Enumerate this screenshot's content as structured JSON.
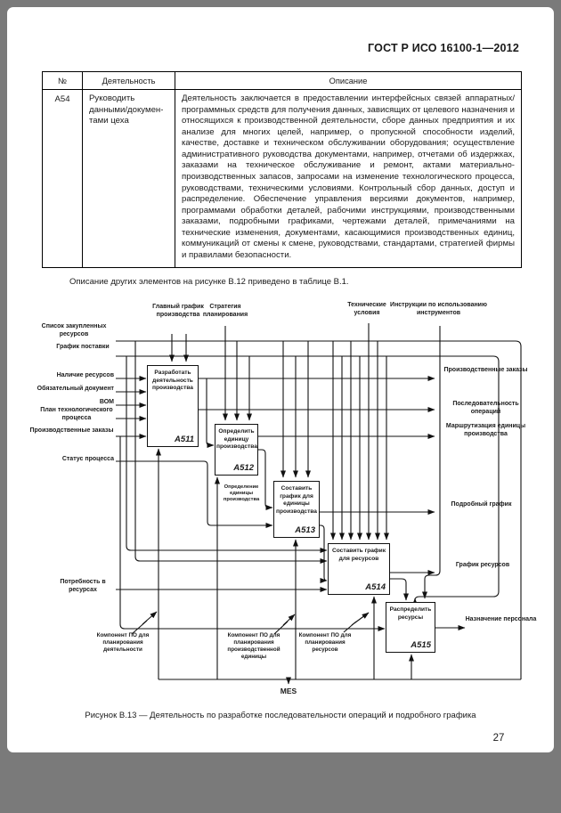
{
  "page": {
    "header_title": "ГОСТ Р ИСО 16100-1—2012",
    "note": "Описание других элементов на рисунке В.12 приведено в таблице В.1.",
    "figure_caption": "Рисунок В.13 — Деятельность по разработке последовательности операций и подробного графика",
    "page_number": "27",
    "colors": {
      "frame": "#7a7a7a",
      "paper": "#ffffff",
      "ink": "#1a1a1a"
    }
  },
  "table": {
    "headers": [
      "№",
      "Деятельность",
      "Описание"
    ],
    "rows": [
      {
        "num": "А54",
        "activity": "Руководить данными/докумен­тами цеха",
        "description": "Деятельность заключается в предоставлении интерфейсных связей аппаратных/программных средств для получения данных, зависящих от целевого назначения и относящихся к производственной деятельности, сборе данных предприятия и их анализе для многих целей, например, о пропускной способности изделий, качестве, доставке и техническом обслуживании оборудования; осуществление административного руководства документами, например, отчетами об издержках, заказами на техническое обслуживание и ремонт, актами материально-производственных запасов, запросами на изменение технологического процесса, руководствами, техническими условиями. Контрольный сбор данных, доступ и распределение. Обеспечение управления версиями документов, например, программами обработки деталей, рабочими инструкциями, производственными заказами, подробными графиками, чертежами деталей, примечаниями на технические изменения, документами, касающимися производственных единиц, коммуникаций от смены к смене, руководствами, стандартами, стратегией фирмы и правилами безопасности."
      }
    ]
  },
  "diagram": {
    "top_labels": [
      {
        "text": "Главный график производства"
      },
      {
        "text": "Стратегия планирования"
      },
      {
        "text": "Технические условия"
      },
      {
        "text": "Инструкции по использованию инструментов"
      }
    ],
    "left_labels": [
      {
        "text": "Список закупленных ресурсов"
      },
      {
        "text": "График поставки"
      },
      {
        "text": "Наличие ресурсов"
      },
      {
        "text": "Обязательный документ"
      },
      {
        "text": "ВОМ"
      },
      {
        "text": "План технологического процесса"
      },
      {
        "text": "Производственные заказы"
      },
      {
        "text": "Статус процесса"
      },
      {
        "text": "Потребность в ресурсах"
      }
    ],
    "right_labels": [
      {
        "text": "Производственные заказы"
      },
      {
        "text": "Последовательность операций"
      },
      {
        "text": "Маршрутизация единицы производства"
      },
      {
        "text": "Подробный график"
      },
      {
        "text": "График ресурсов"
      },
      {
        "text": "Назначение персонала"
      }
    ],
    "bottom_labels": [
      {
        "text": "Компонент ПО для планирования деятельности"
      },
      {
        "text": "Компонент ПО для планирования производственной единицы"
      },
      {
        "text": "Компонент ПО для планирования ресурсов"
      }
    ],
    "boxes": [
      {
        "id": "А511",
        "label": "Разработать деятельность производства"
      },
      {
        "id": "А512",
        "label": "Определить единицу производства"
      },
      {
        "id": "А513",
        "label": "Составить график для единицы производства"
      },
      {
        "id": "А514",
        "label": "Составить график для ресурсов"
      },
      {
        "id": "А515",
        "label": "Распределить ресурсы"
      }
    ],
    "intermediate_label": "Определение единицы производства",
    "mes_label": "MES"
  }
}
